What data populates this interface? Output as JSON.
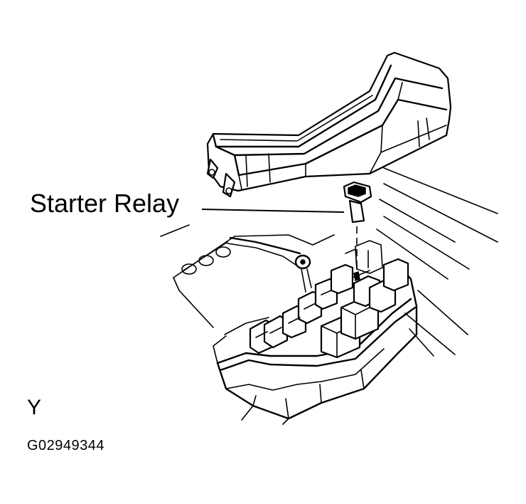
{
  "diagram": {
    "callout_label": "Starter Relay",
    "corner_letter": "Y",
    "figure_code": "G02949344"
  }
}
